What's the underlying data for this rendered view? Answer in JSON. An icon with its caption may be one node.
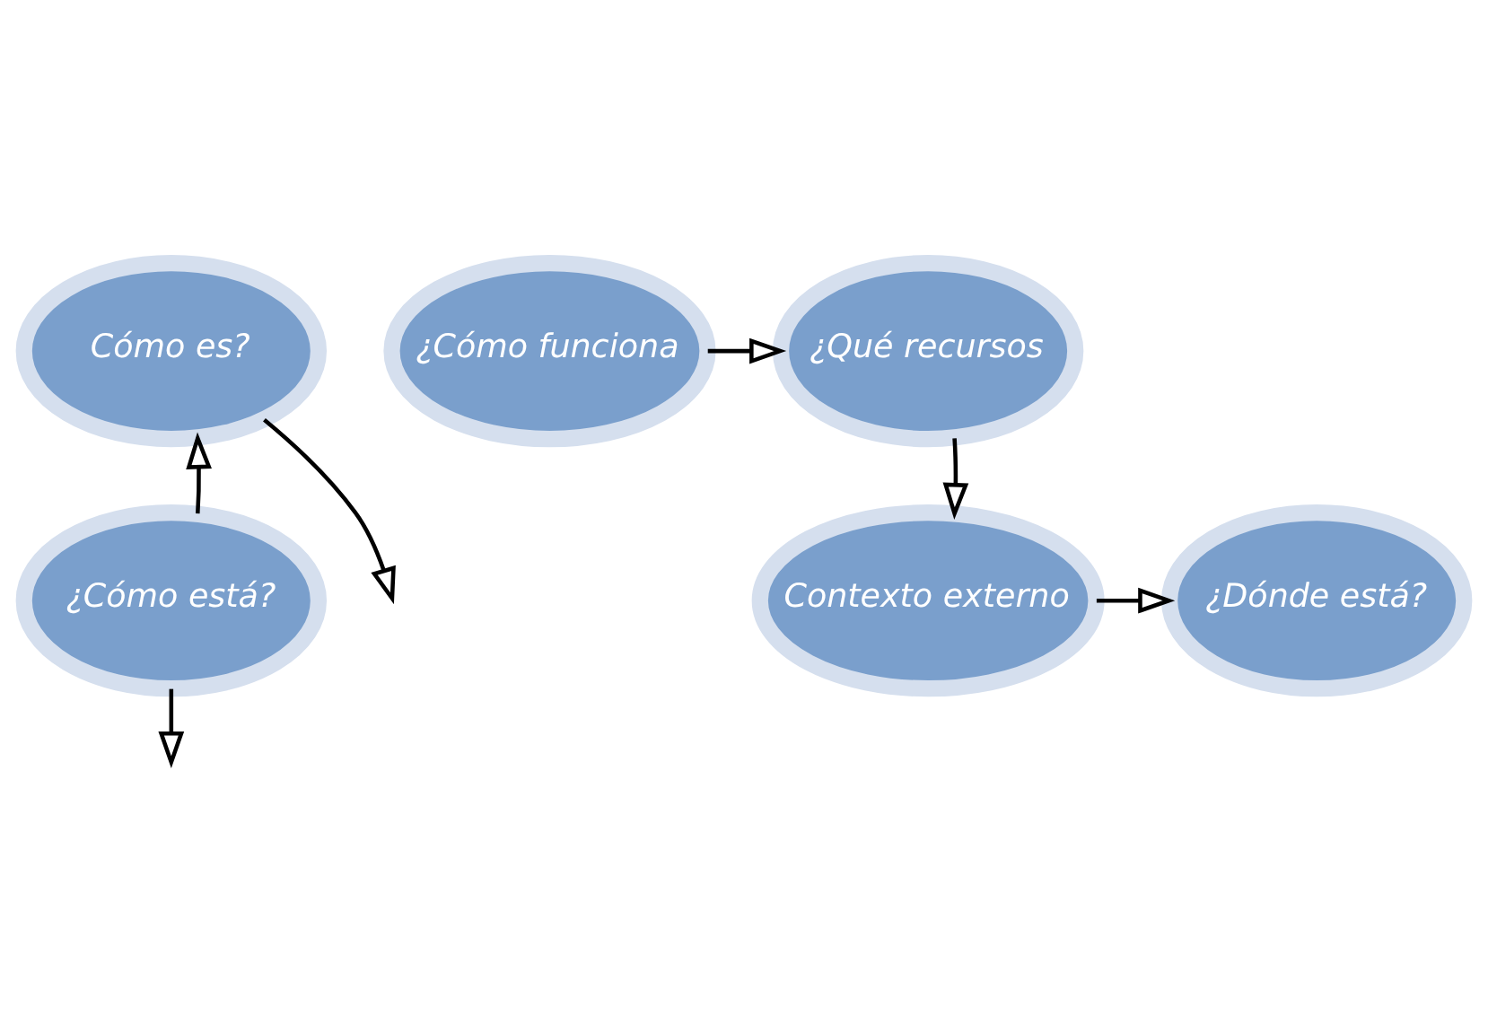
{
  "diagram": {
    "nodes": [
      {
        "text": [
          "Cómo es?"
        ]
      },
      {
        "text": [
          "¿Cómo está?"
        ]
      },
      {
        "text": [
          "¿Cómo funciona"
        ]
      },
      {
        "text": [
          "¿Qué recursos"
        ]
      },
      {
        "text": [
          "Contexto externo"
        ]
      },
      {
        "text": [
          "¿Dónde está?"
        ]
      }
    ],
    "edges": [
      {
        "from": 0,
        "to": null,
        "arrow": "to"
      },
      {
        "from": 1,
        "to": 0,
        "arrow": "to"
      },
      {
        "from": 1,
        "to": null,
        "arrow": "to"
      },
      {
        "from": 2,
        "to": 3,
        "arrow": "to"
      },
      {
        "from": 3,
        "to": 4,
        "arrow": "to"
      },
      {
        "from": 4,
        "to": 5,
        "arrow": "to"
      }
    ]
  }
}
